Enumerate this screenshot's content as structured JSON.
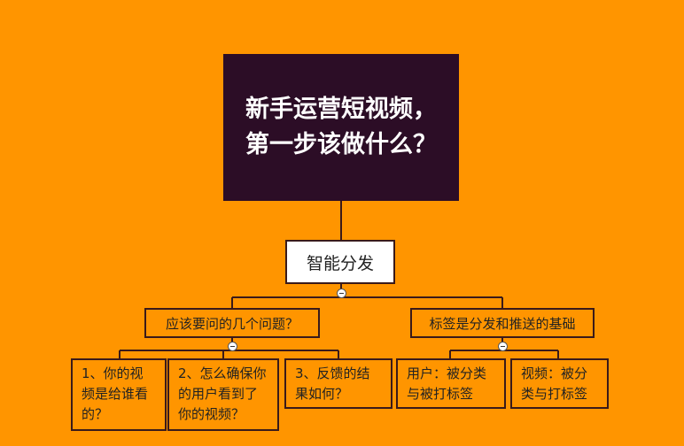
{
  "root": {
    "title": "新手运营短视频，第一步该做什么？"
  },
  "mid": {
    "label": "智能分发"
  },
  "branches": [
    {
      "label": "应该要问的几个问题？",
      "children": [
        "1、你的视频是给谁看的？",
        "2、怎么确保你的用户看到了你的视频？",
        "3、反馈的结果如何？"
      ]
    },
    {
      "label": "标签是分发和推送的基础",
      "children": [
        "用户：被分类与被打标签",
        "视频：被分类与打标签"
      ]
    }
  ],
  "colors": {
    "background": "#FF9500",
    "root_fill": "#2C0D26",
    "border": "#3A1A1A"
  },
  "icons": {
    "collapse": "collapse-minus-icon"
  }
}
